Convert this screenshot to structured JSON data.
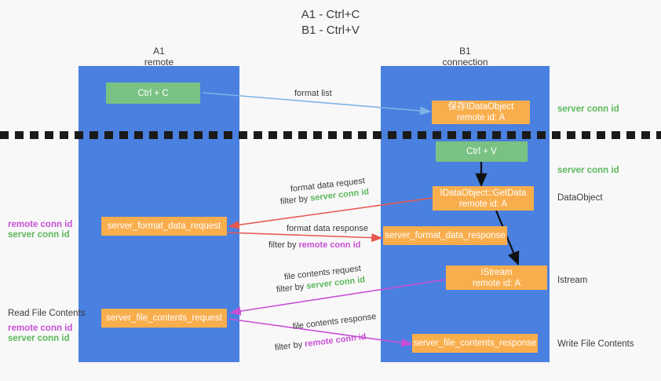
{
  "title": {
    "line1": "A1 - Ctrl+C",
    "line2": "B1 - Ctrl+V"
  },
  "lanes": [
    {
      "name": "A1",
      "sub": "remote"
    },
    {
      "name": "B1",
      "sub": "connection"
    }
  ],
  "boxes": {
    "ctrl_c": {
      "line1": "Ctrl + C",
      "line2": "",
      "color": "#79c283"
    },
    "save_idataobject": {
      "line1": "保存IDataObject",
      "line2": "remote id: A",
      "color": "#f9ae4d"
    },
    "ctrl_v": {
      "line1": "Ctrl + V",
      "line2": "",
      "color": "#79c283"
    },
    "getdata": {
      "line1": "IDataObject::GetData",
      "line2": "remote id: A",
      "color": "#f9ae4d"
    },
    "server_format_data_request": {
      "line1": "server_format_data_request",
      "line2": "",
      "color": "#f9ae4d"
    },
    "server_format_data_response": {
      "line1": "server_format_data_response",
      "line2": "",
      "color": "#f9ae4d"
    },
    "istream": {
      "line1": "IStream",
      "line2": "remote id: A",
      "color": "#f9ae4d"
    },
    "server_file_contents_request": {
      "line1": "server_file_contents_request",
      "line2": "",
      "color": "#f9ae4d"
    },
    "server_file_contents_response": {
      "line1": "server_file_contents_response",
      "line2": "",
      "color": "#f9ae4d"
    }
  },
  "edge_labels": {
    "format_list": "format list",
    "format_data_request": "format data request",
    "format_data_request_filter_prefix": "filter by ",
    "format_data_request_filter_value": "server conn id",
    "format_data_response": "format data response",
    "format_data_response_filter_prefix": "filter by ",
    "format_data_response_filter_value": "remote conn id",
    "file_contents_request": "file contents request",
    "file_contents_request_filter_prefix": "filter by ",
    "file_contents_request_filter_value": "server conn id",
    "file_contents_response": "file contents response",
    "file_contents_response_filter_prefix": "filter by ",
    "file_contents_response_filter_value": "remote conn id"
  },
  "side_labels": {
    "right_server_conn_id_top": "server conn id",
    "right_server_conn_id_mid": "server conn id",
    "right_dataobject": "DataObject",
    "right_istream": "Istream",
    "right_write_file_contents": "Write File Contents",
    "left_remote_conn_id_1": "remote conn id",
    "left_server_conn_id_1": "server conn id",
    "left_read_file_contents": "Read File Contents",
    "left_remote_conn_id_2": "remote conn id",
    "left_server_conn_id_2": "server conn id"
  },
  "colors": {
    "lane_blue": "#4a80df",
    "box_orange": "#f9ae4d",
    "box_green": "#79c283",
    "green_text": "#5cb85c",
    "purple_text": "#c84fd6",
    "arrow_lightblue": "#7fb3e8",
    "arrow_red": "#e8584f",
    "arrow_magenta": "#c84fd6",
    "arrow_black": "#111111",
    "background": "#f8f8f8"
  }
}
